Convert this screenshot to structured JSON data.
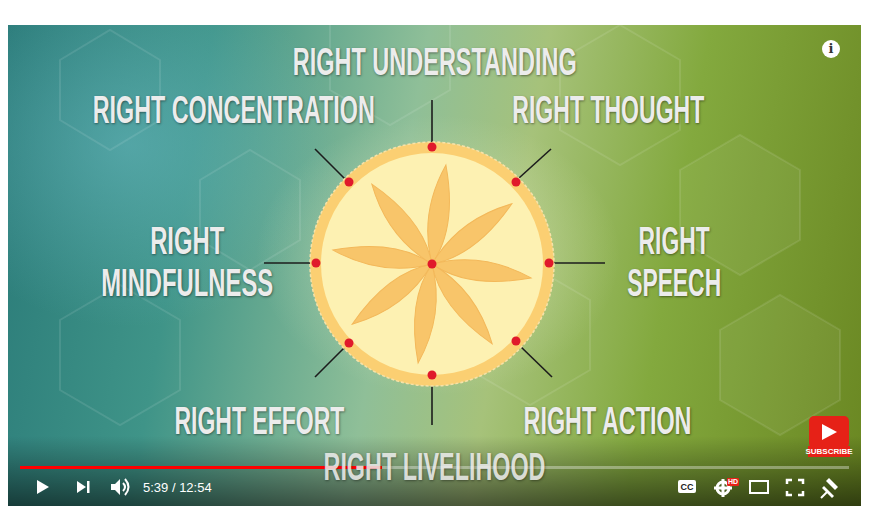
{
  "diagram": {
    "labels": [
      "RIGHT UNDERSTANDING",
      "RIGHT CONCENTRATION",
      "RIGHT THOUGHT",
      "RIGHT MINDFULNESS",
      "RIGHT SPEECH",
      "RIGHT EFFORT",
      "RIGHT ACTION",
      "RIGHT LIVELIHOOD",
      "i",
      "SUBSCRIBE",
      "5:39 / 12:54",
      "CC",
      "HD"
    ]
  }
}
